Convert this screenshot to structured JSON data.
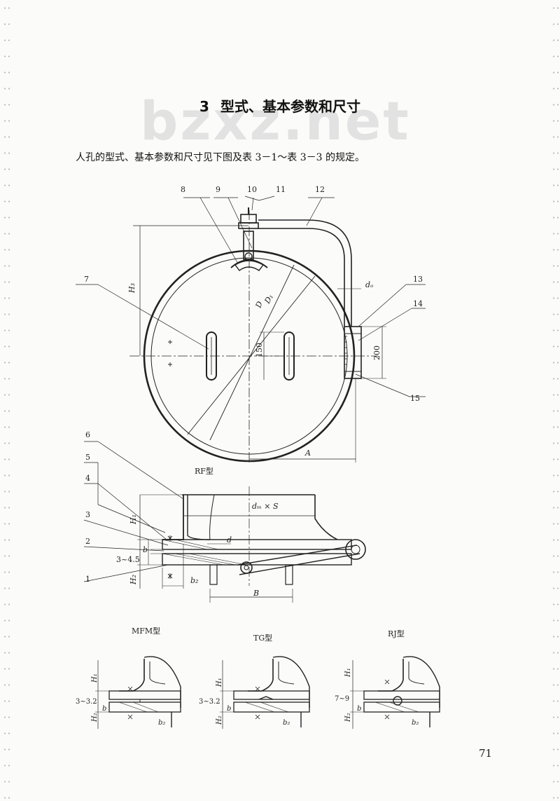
{
  "watermark": "bzxz.net",
  "heading": {
    "number": "3",
    "title": "型式、基本参数和尺寸"
  },
  "intro": "人孔的型式、基本参数和尺寸见下图及表 3－1～表 3－3 的规定。",
  "drawing": {
    "callouts": [
      "1",
      "2",
      "3",
      "4",
      "5",
      "6",
      "7",
      "8",
      "9",
      "10",
      "11",
      "12",
      "13",
      "14",
      "15"
    ],
    "dims": {
      "H3": "H₃",
      "D": "D",
      "D1": "D₁",
      "dw": "dₒ",
      "d150": "150",
      "d200": "200",
      "A": "A",
      "H1": "H₁",
      "H2": "H₂",
      "b": "b",
      "b2": "b₂",
      "d": "d",
      "dwS": "dₘ × S",
      "B": "B",
      "gap_rf": "3~4.5",
      "gap_mfm": "3~3.2",
      "gap_tg": "3~3.2",
      "gap_rj": "7~9"
    },
    "views": {
      "rf": "RF型",
      "mfm": "MFM型",
      "tg": "TG型",
      "rj": "RJ型"
    }
  },
  "page_number": "71"
}
